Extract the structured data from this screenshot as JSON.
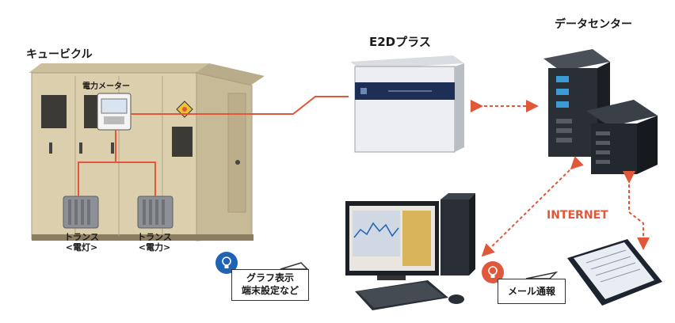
{
  "labels": {
    "cubicle": "キュービクル",
    "meter": "電力メーター",
    "transformer_light_1": "トランス",
    "transformer_light_2": "<電灯>",
    "transformer_power_1": "トランス",
    "transformer_power_2": "<電力>",
    "e2d": "E2Dプラス",
    "datacenter": "データセンター",
    "internet": "INTERNET"
  },
  "callouts": {
    "pc_line1": "グラフ表示",
    "pc_line2": "端末設定など",
    "mobile": "メール通報"
  },
  "colors": {
    "wire": "#e0573a",
    "accent_blue": "#1f64b4",
    "accent_orange": "#e0573a",
    "cubicle_body": "#dccfae",
    "server": "#2a2f36"
  }
}
